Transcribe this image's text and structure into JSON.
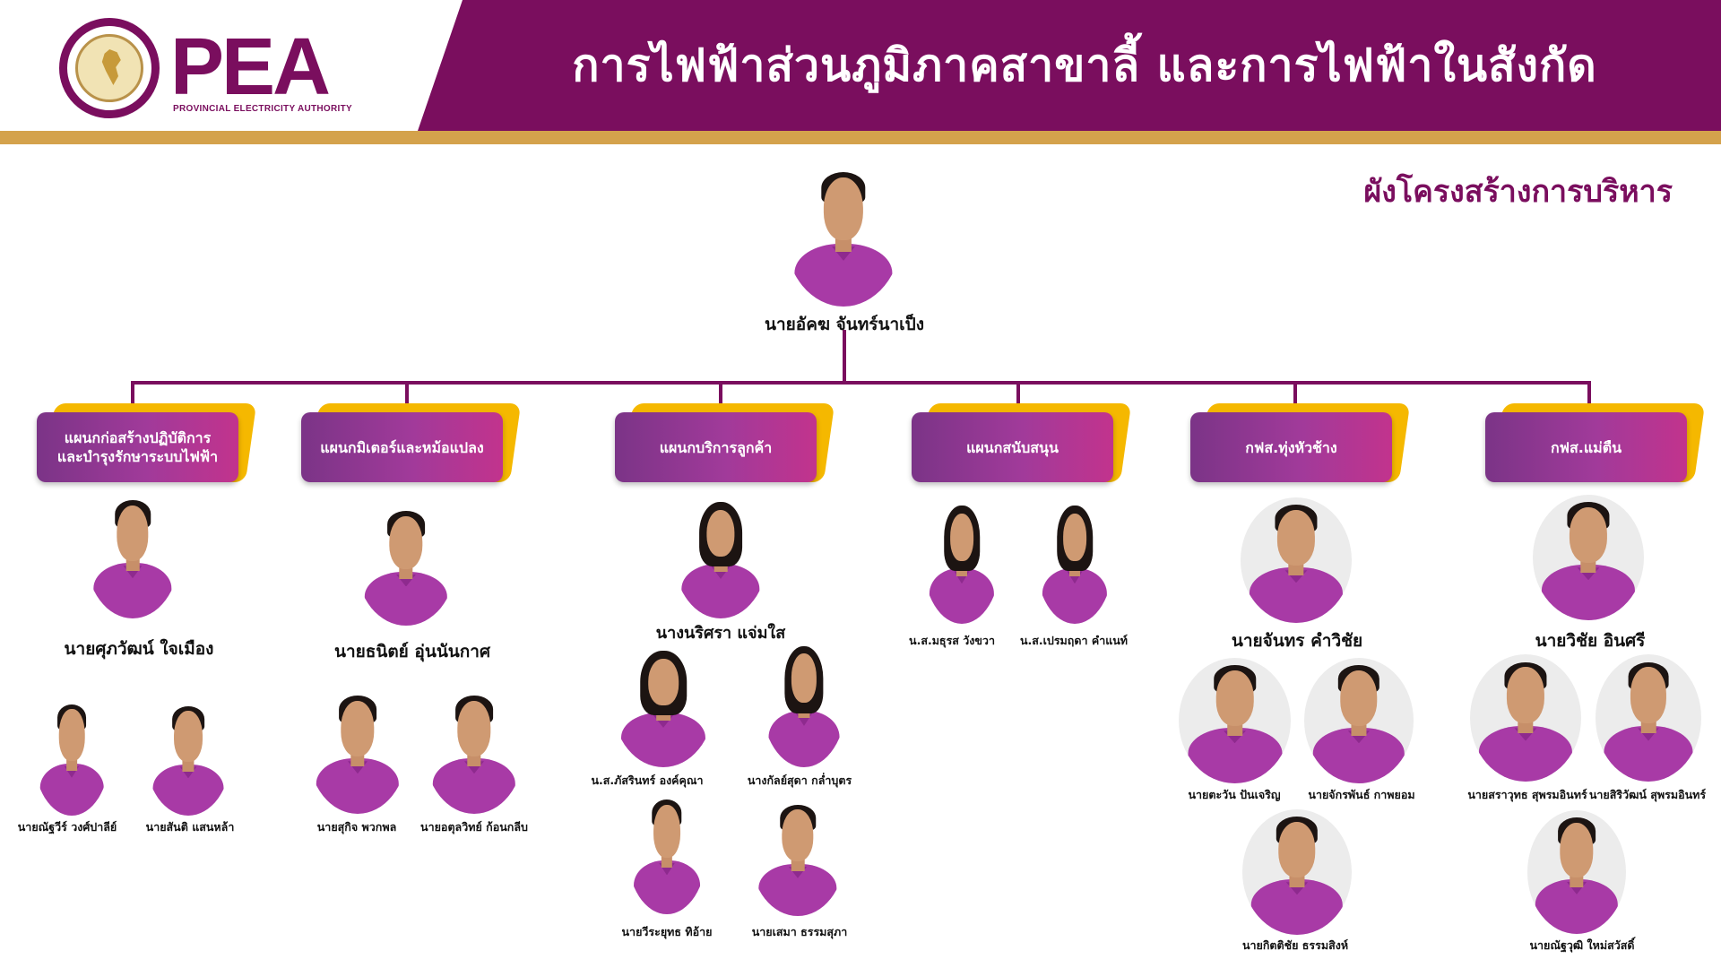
{
  "header": {
    "title": "การไฟฟ้าส่วนภูมิภาคสาขาลี้ และการไฟฟ้าในสังกัด",
    "logo_text": "PEA",
    "logo_subtitle": "PROVINCIAL ELECTRICITY AUTHORITY",
    "seal_text": "การไฟฟ้าส่วนภูมิภาค"
  },
  "chart_title": "ผังโครงสร้างการบริหาร",
  "colors": {
    "brand": "#7a0e5e",
    "gold": "#d4a24c",
    "accent_yellow": "#f5b800",
    "shirt": "#a83aa6"
  },
  "head": {
    "name": "นายอัคฆ จันทร์นาเป็ง"
  },
  "departments": [
    {
      "label": "แผนกก่อสร้างปฏิบัติการ\nและบำรุงรักษาระบบไฟฟ้า",
      "chief": "นายศุภวัฒน์ ใจเมือง",
      "staff": [
        "นายณัฐวีร์ วงศ์ปาลีย์",
        "นายสันติ แสนหล้า"
      ]
    },
    {
      "label": "แผนกมิเตอร์และหม้อแปลง",
      "chief": "นายธนิตย์ อุ่นนันกาศ",
      "staff": [
        "นายสุกิจ พวกพล",
        "นายอตุลวิทย์ ก้อนกลีบ"
      ]
    },
    {
      "label": "แผนกบริการลูกค้า",
      "chief": "นางนริศรา แจ่มใส",
      "staff": [
        "น.ส.ภัสรินทร์ องค์คุณา",
        "นางกัลย์สุดา กล่ำบุตร",
        "นายวีระยุทธ ทิอ้าย",
        "นายเสมา ธรรมสุภา"
      ]
    },
    {
      "label": "แผนกสนับสนุน",
      "chief": "",
      "staff": [
        "น.ส.มธุรส วังขวา",
        "น.ส.เปรมฤดา คำแนท์"
      ]
    },
    {
      "label": "กฟส.ทุ่งหัวช้าง",
      "chief": "นายจันทร คำวิชัย",
      "staff": [
        "นายตะวัน ปันเจริญ",
        "นายจักรพันธ์ กาพยอม",
        "นายกิตติชัย ธรรมสิงห์"
      ]
    },
    {
      "label": "กฟส.แม่ตืน",
      "chief": "นายวิชัย อินศรี",
      "staff": [
        "นายสราวุทธ สุพรมอินทร์",
        "นายสิริวัฒน์ สุพรมอินทร์",
        "นายณัฐวุฒิ ใหม่สวัสดิ์"
      ]
    }
  ]
}
